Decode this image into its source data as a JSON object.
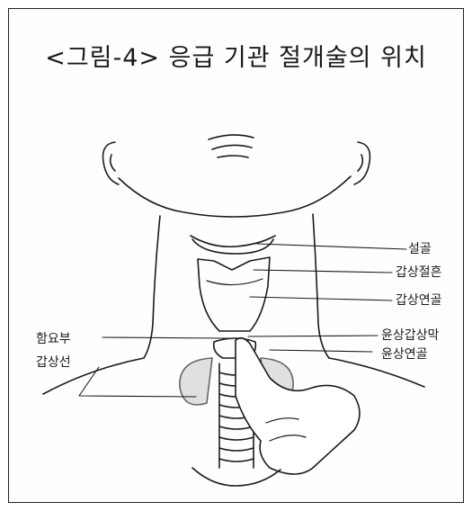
{
  "title": "<그림-4> 응급 기관 절개술의 위치",
  "labels": {
    "hyoid": "설골",
    "thyroid_notch": "갑상절흔",
    "thyroid_cartilage": "갑상연골",
    "cricothyroid_membrane": "윤상갑상막",
    "cricoid_cartilage": "윤상연골",
    "depression": "함요부",
    "thyroid_gland": "갑상선"
  },
  "colors": {
    "line": "#1a1a1a",
    "shade": "#bdbdbd"
  }
}
